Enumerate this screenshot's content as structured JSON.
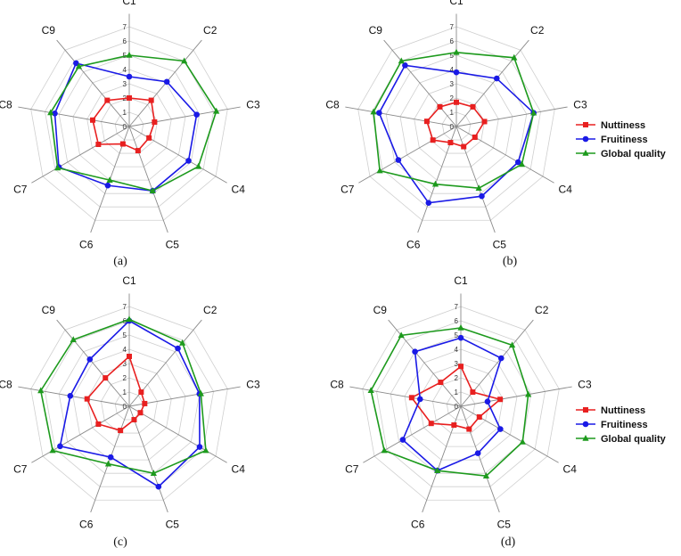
{
  "chart_data": [
    {
      "type": "radar",
      "panel_label": "(a)",
      "categories": [
        "C1",
        "C2",
        "C3",
        "C4",
        "C5",
        "C6",
        "C7",
        "C8",
        "C9"
      ],
      "rlim": [
        0,
        7
      ],
      "ticks": [
        "0",
        "1",
        "2",
        "3",
        "4",
        "5",
        "6",
        "7"
      ],
      "grid": true,
      "legend": null,
      "series": [
        {
          "name": "Nuttiness",
          "color": "#e82020",
          "marker": "square",
          "values": [
            2.0,
            2.4,
            1.8,
            1.6,
            1.8,
            1.3,
            2.5,
            2.6,
            2.4
          ]
        },
        {
          "name": "Fruitiness",
          "color": "#1a1ae6",
          "marker": "circle",
          "values": [
            3.5,
            4.1,
            4.8,
            4.8,
            4.8,
            4.4,
            5.7,
            5.3,
            5.8
          ]
        },
        {
          "name": "Global quality",
          "color": "#1d9a1d",
          "marker": "triangle",
          "values": [
            5.0,
            6.0,
            6.2,
            5.6,
            4.8,
            4.0,
            5.8,
            5.6,
            5.5
          ]
        }
      ]
    },
    {
      "type": "radar",
      "panel_label": "(b)",
      "categories": [
        "C1",
        "C2",
        "C3",
        "C4",
        "C5",
        "C6",
        "C7",
        "C8",
        "C9"
      ],
      "rlim": [
        0,
        7
      ],
      "ticks": [
        "0",
        "1",
        "2",
        "3",
        "4",
        "5",
        "6",
        "7"
      ],
      "grid": true,
      "legend": "right",
      "series": [
        {
          "name": "Nuttiness",
          "color": "#e82020",
          "marker": "square",
          "values": [
            1.7,
            1.8,
            2.0,
            1.5,
            1.5,
            1.2,
            1.9,
            2.1,
            1.8
          ]
        },
        {
          "name": "Fruitiness",
          "color": "#1a1ae6",
          "marker": "circle",
          "values": [
            3.8,
            4.4,
            5.5,
            5.0,
            5.2,
            5.7,
            4.7,
            5.5,
            5.6
          ]
        },
        {
          "name": "Global quality",
          "color": "#1d9a1d",
          "marker": "triangle",
          "values": [
            5.2,
            6.3,
            5.5,
            5.3,
            4.6,
            4.3,
            6.2,
            5.9,
            6.0
          ]
        }
      ]
    },
    {
      "type": "radar",
      "panel_label": "(c)",
      "categories": [
        "C1",
        "C2",
        "C3",
        "C4",
        "C5",
        "C6",
        "C7",
        "C8",
        "C9"
      ],
      "rlim": [
        0,
        7
      ],
      "ticks": [
        "0",
        "1",
        "2",
        "3",
        "4",
        "5",
        "6",
        "7"
      ],
      "grid": true,
      "legend": null,
      "series": [
        {
          "name": "Nuttiness",
          "color": "#e82020",
          "marker": "square",
          "values": [
            3.5,
            1.3,
            1.1,
            0.9,
            1.0,
            1.8,
            2.5,
            3.0,
            2.6
          ]
        },
        {
          "name": "Fruitiness",
          "color": "#1a1ae6",
          "marker": "circle",
          "values": [
            6.0,
            5.3,
            5.0,
            5.7,
            6.0,
            3.8,
            5.6,
            4.2,
            4.3
          ]
        },
        {
          "name": "Global quality",
          "color": "#1d9a1d",
          "marker": "triangle",
          "values": [
            6.1,
            5.8,
            5.1,
            6.2,
            5.0,
            4.3,
            6.2,
            6.3,
            6.1
          ]
        }
      ]
    },
    {
      "type": "radar",
      "panel_label": "(d)",
      "categories": [
        "C1",
        "C2",
        "C3",
        "C4",
        "C5",
        "C6",
        "C7",
        "C8",
        "C9"
      ],
      "rlim": [
        0,
        7
      ],
      "ticks": [
        "0",
        "1",
        "2",
        "3",
        "4",
        "5",
        "6",
        "7"
      ],
      "grid": true,
      "legend": "right",
      "series": [
        {
          "name": "Nuttiness",
          "color": "#e82020",
          "marker": "square",
          "values": [
            2.8,
            1.3,
            2.8,
            1.5,
            1.7,
            1.4,
            2.4,
            3.5,
            2.2
          ]
        },
        {
          "name": "Fruitiness",
          "color": "#1a1ae6",
          "marker": "circle",
          "values": [
            4.8,
            4.4,
            1.9,
            3.2,
            3.5,
            4.8,
            4.7,
            2.9,
            5.0
          ]
        },
        {
          "name": "Global quality",
          "color": "#1d9a1d",
          "marker": "triangle",
          "values": [
            5.5,
            5.6,
            4.8,
            5.0,
            5.2,
            4.8,
            6.2,
            6.4,
            6.5
          ]
        }
      ]
    }
  ]
}
